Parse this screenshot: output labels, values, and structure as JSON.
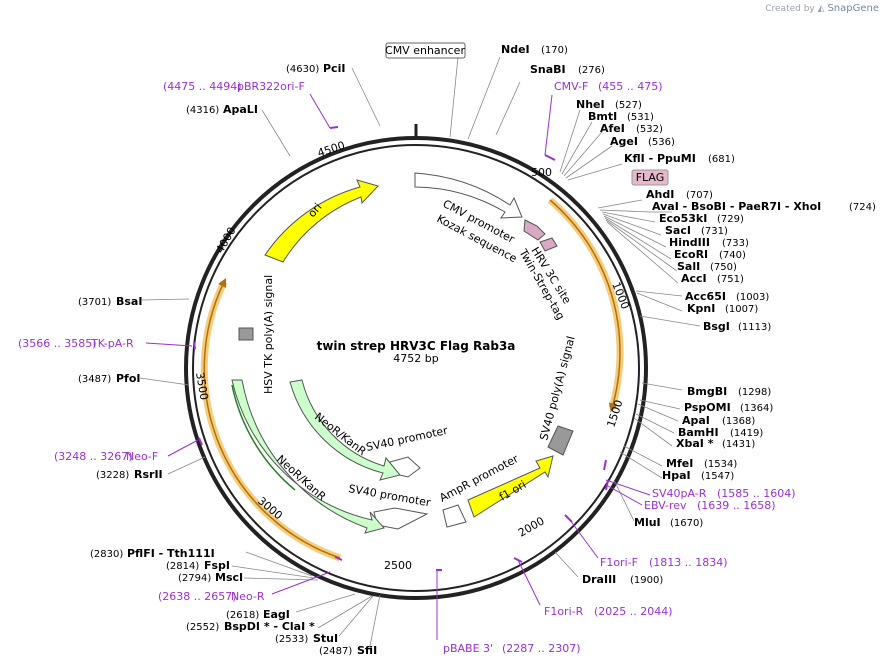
{
  "header": {
    "created_by": "Created by",
    "brand": "SnapGene"
  },
  "map": {
    "name": "twin strep HRV3C Flag Rab3a",
    "length": "4752 bp"
  },
  "ticks": [
    "500",
    "1000",
    "1500",
    "2000",
    "2500",
    "3000",
    "3500",
    "4000",
    "4500"
  ],
  "sites": {
    "NdeI": "(170)",
    "SnaBI": "(276)",
    "NheI": "(527)",
    "BmtI": "(531)",
    "AfeI": "(532)",
    "AgeI": "(536)",
    "KflI_PpuMI": "(681)",
    "AhdI": "(707)",
    "AvaI_group": "(724)",
    "Eco53kI": "(729)",
    "SacI": "(731)",
    "HindIII": "(733)",
    "EcoRI": "(740)",
    "SalI": "(750)",
    "AccI": "(751)",
    "Acc65I": "(1003)",
    "KpnI": "(1007)",
    "BsgI": "(1113)",
    "BmgBI": "(1298)",
    "PspOMI": "(1364)",
    "ApaI": "(1368)",
    "BamHI": "(1419)",
    "XbaI": "(1431)",
    "MfeI": "(1534)",
    "HpaI": "(1547)",
    "MluI": "(1670)",
    "DraIII": "(1900)",
    "SfiI": "(2487)",
    "StuI": "(2533)",
    "BspDI_ClaI": "(2552)",
    "EagI": "(2618)",
    "MscI": "(2794)",
    "FspI": "(2814)",
    "PflFI_Tth111I": "(2830)",
    "RsrII": "(3228)",
    "PfoI": "(3487)",
    "BsaI": "(3701)",
    "ApaLI": "(4316)",
    "PciI": "(4630)"
  },
  "primers": {
    "CMV_F": "CMV-F",
    "CMV_F_pos": "(455 .. 475)",
    "SV40pA_R": "SV40pA-R",
    "SV40pA_R_pos": "(1585 .. 1604)",
    "EBV_rev": "EBV-rev",
    "EBV_rev_pos": "(1639 .. 1658)",
    "F1ori_F": "F1ori-F",
    "F1ori_F_pos": "(1813 .. 1834)",
    "F1ori_R": "F1ori-R",
    "F1ori_R_pos": "(2025 .. 2044)",
    "pBABE3": "pBABE 3'",
    "pBABE3_pos": "(2287 .. 2307)",
    "Neo_R": "Neo-R",
    "Neo_R_pos": "(2638 .. 2657)",
    "Neo_F": "Neo-F",
    "Neo_F_pos": "(3248 .. 3267)",
    "TK_pA_R": "TK-pA-R",
    "TK_pA_R_pos": "(3566 .. 3585)",
    "pBR322ori_F": "pBR322ori-F",
    "pBR322ori_F_pos": "(4475 .. 4494)"
  },
  "features": {
    "cmv_enhancer": "CMV enhancer",
    "flag": "FLAG",
    "cmv_promoter": "CMV promoter",
    "kozak": "Kozak sequence",
    "hrv3c": "HRV 3C site",
    "twin_strep": "Twin-Strep-tag",
    "ori": "ori",
    "hsv_tk": "HSV TK poly(A) signal",
    "sv40_polya": "SV40 poly(A) signal",
    "f1_ori": "f1 ori",
    "ampr_promoter": "AmpR promoter",
    "sv40_promoter_1": "SV40 promoter",
    "sv40_promoter_2": "SV40 promoter",
    "neo_kan_1": "NeoR/KanR",
    "neo_kan_2": "NeoR/KanR"
  },
  "colors": {
    "backbone": "#222222",
    "primer": "#9b30d0",
    "ori_fill": "#ffff00",
    "neo_fill": "#ccffcc",
    "orf_arrow": "#c08020",
    "orf_glow": "#f5cc7a",
    "flag_fill": "#e6b8cc",
    "polya_fill": "#999999"
  }
}
